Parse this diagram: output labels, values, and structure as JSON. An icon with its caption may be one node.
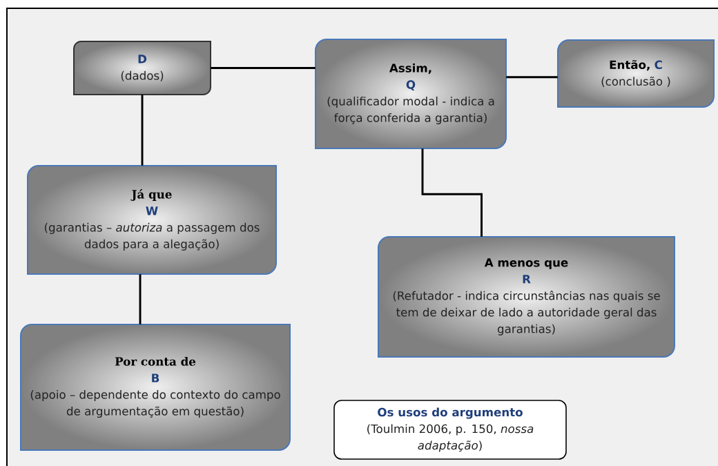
{
  "diagram": {
    "nodes": [
      {
        "text": [
          "D",
          "(dados)"
        ]
      },
      {
        "text": [
          "Assim,",
          "Q",
          "(qualificador modal - indica a força conferida a garantia)"
        ]
      },
      {
        "text": [
          "Então,",
          "C",
          "(conclusão )"
        ]
      },
      {
        "text": [
          "Já que",
          "W",
          "(garantias – *autoriza* a passagem dos dados para a alegação)"
        ]
      },
      {
        "text": [
          "A menos que",
          "R",
          "(Refutador - indica circunstâncias nas quais se tem de deixar de lado a autoridade geral das garantias)"
        ]
      },
      {
        "text": [
          "Por conta de",
          "B",
          "(apoio – dependente do contexto do campo de argumentação em questão)"
        ]
      },
      {
        "text": [
          "Os usos do argumento",
          "(Toulmin 2006, p. 150, *nossa adaptação*)"
        ]
      }
    ],
    "edges": [
      {
        "from": 0,
        "to": 1,
        "arrow": "none"
      },
      {
        "from": 1,
        "to": 2,
        "arrow": "none"
      },
      {
        "from": 0,
        "to": 3,
        "arrow": "none"
      },
      {
        "from": 1,
        "to": 4,
        "arrow": "none"
      },
      {
        "from": 3,
        "to": 5,
        "arrow": "none"
      }
    ]
  }
}
